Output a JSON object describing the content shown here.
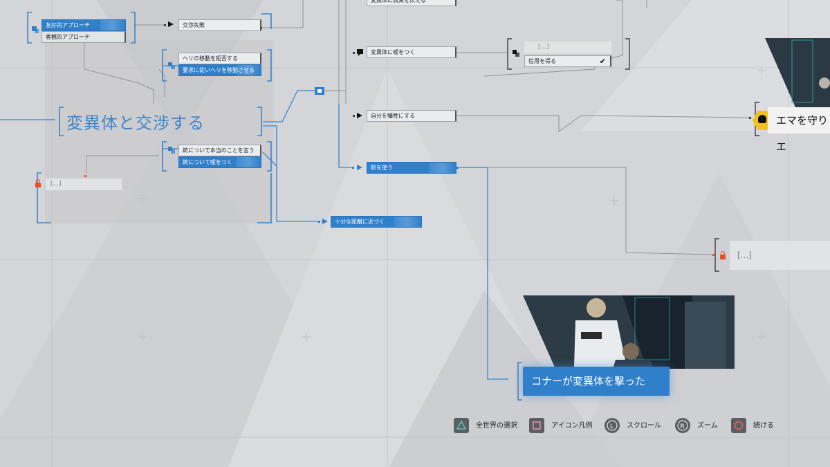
{
  "tree": {
    "approach_friendly": "友好的アプローチ",
    "approach_objective": "客観的アプローチ",
    "negotiation_failed": "交渉失敗",
    "refuse_heli": "ヘリの移動を拒否する",
    "comply_heli": "要求に従いヘリを移動させる",
    "main_title": "変異体と交渉する",
    "truth_gun": "銃について本当のことを言う",
    "lie_gun": "銃について嘘をつく",
    "locked_left": "[...]",
    "approach_close": "十分な距離に近づく",
    "tell_deviant": "変異体に真実を伝える",
    "lie_deviant": "変異体に嘘をつく",
    "locked_trust": "[...]",
    "gain_trust": "信用を得る",
    "sacrifice_self": "自分を犠牲にする",
    "use_gun": "銃を使う",
    "ending_emma": "エマを守りエ",
    "locked_right": "[...]",
    "ending_connor": "コナーが変異体を撃った"
  },
  "controls": [
    {
      "icon": "triangle-icon",
      "label": "全世界の選択"
    },
    {
      "icon": "square-icon",
      "label": "アイコン凡例"
    },
    {
      "icon": "l-stick-icon",
      "label": "スクロール"
    },
    {
      "icon": "r-stick-icon",
      "label": "ズーム"
    },
    {
      "icon": "circle-icon",
      "label": "続ける"
    }
  ],
  "colors": {
    "accent": "#2f7fca",
    "lock": "#ec4e2a",
    "background": "#d4d5d8",
    "ending_icon": "#f1c21b"
  }
}
